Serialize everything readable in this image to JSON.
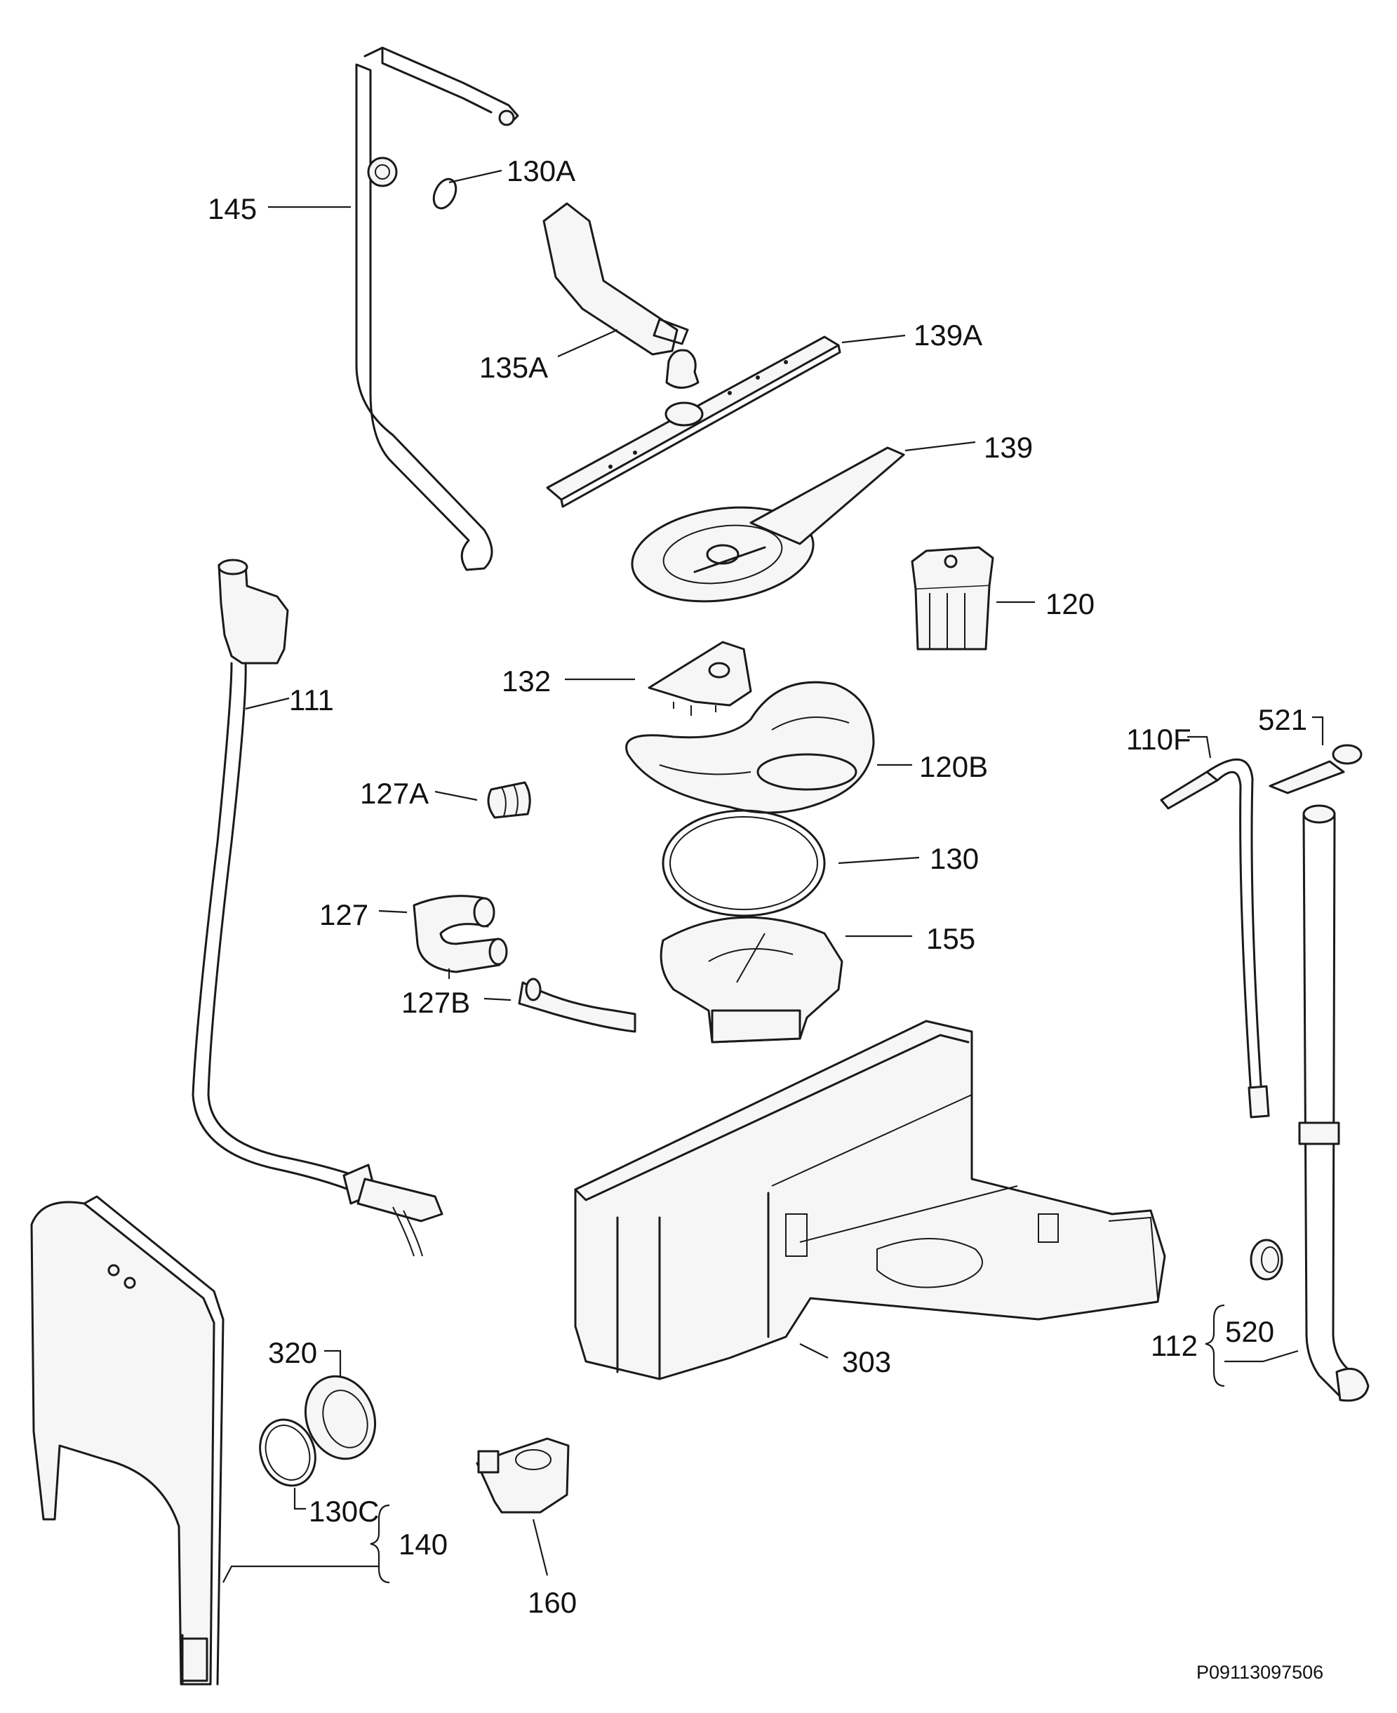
{
  "diagram": {
    "reference_code": "P09113097506",
    "labels": {
      "l145": "145",
      "l130A": "130A",
      "l135A": "135A",
      "l139A": "139A",
      "l139": "139",
      "l120": "120",
      "l111": "111",
      "l132": "132",
      "l120B": "120B",
      "l127A": "127A",
      "l130": "130",
      "l127": "127",
      "l155": "155",
      "l127B": "127B",
      "l110F": "110F",
      "l521": "521",
      "l303": "303",
      "l520": "520",
      "l112": "112",
      "l320": "320",
      "l130C": "130C",
      "l140": "140",
      "l160": "160"
    },
    "colors": {
      "ink": "#1a1a1a",
      "fill": "#f6f6f6",
      "background": "#ffffff"
    }
  }
}
